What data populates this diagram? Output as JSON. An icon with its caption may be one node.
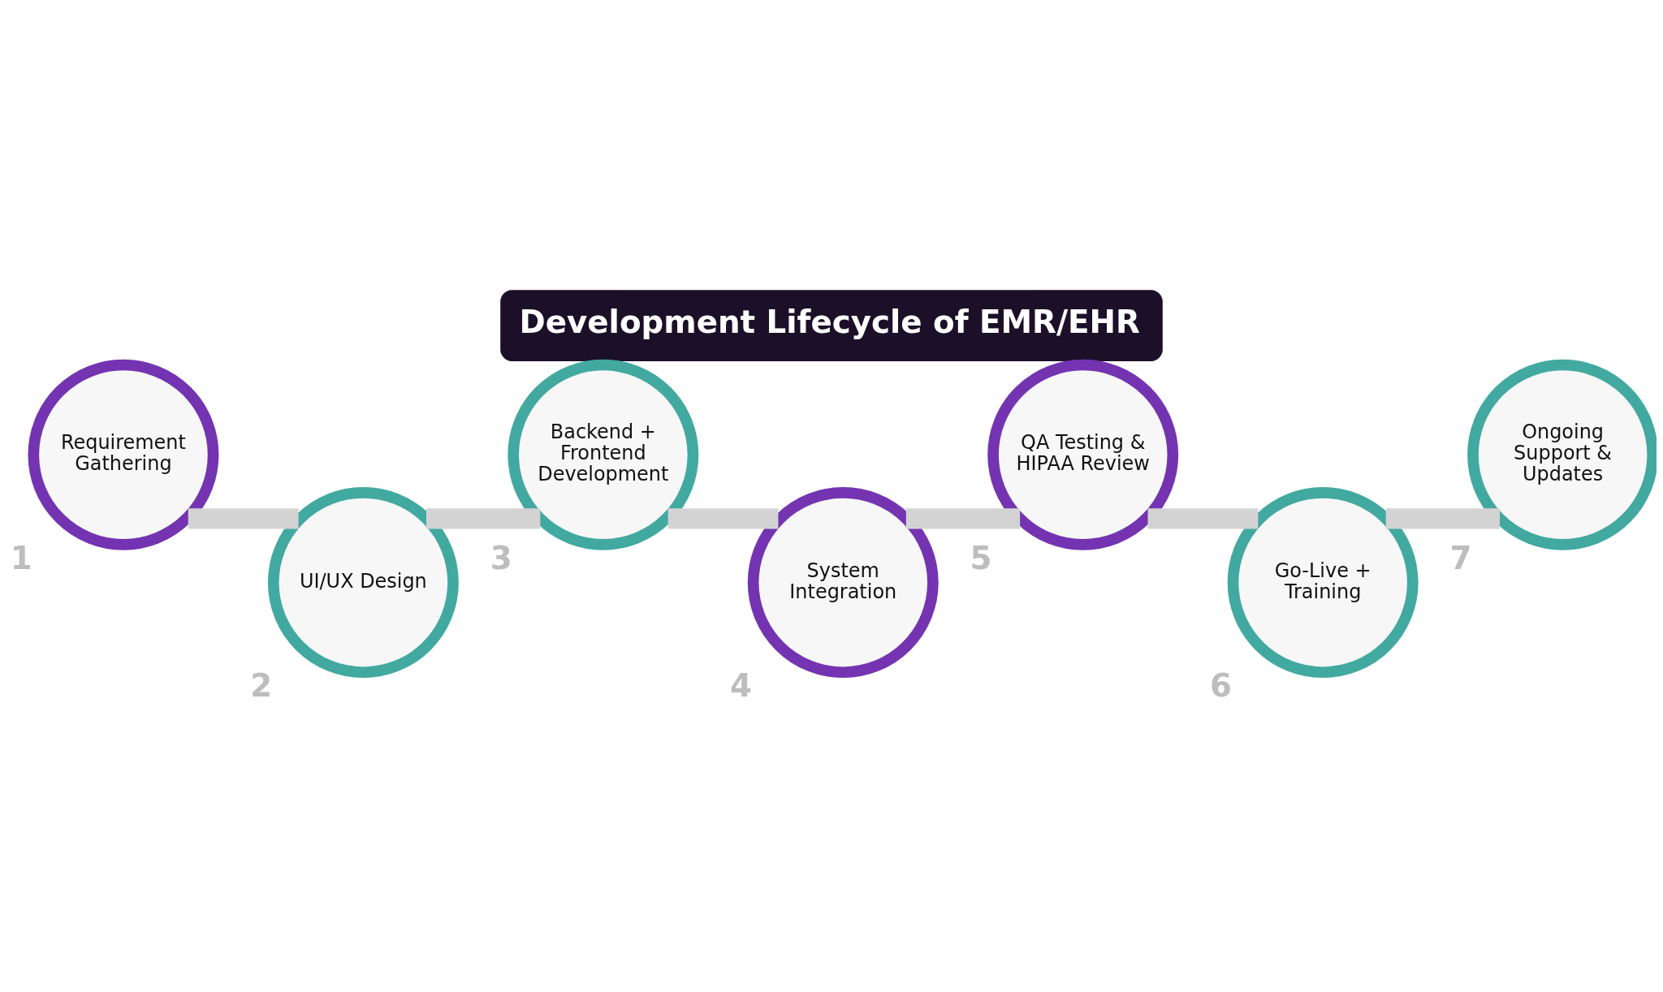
{
  "diagram": {
    "title": "Development Lifecycle of EMR/EHR",
    "nodes": [
      {
        "text": [
          "Requirement Gathering"
        ],
        "beside": [
          "1"
        ]
      },
      {
        "text": [
          "UI/UX Design"
        ],
        "beside": [
          "2"
        ]
      },
      {
        "text": [
          "Backend + Frontend Development"
        ],
        "beside": [
          "3"
        ]
      },
      {
        "text": [
          "System Integration"
        ],
        "beside": [
          "4"
        ]
      },
      {
        "text": [
          "QA Testing & HIPAA Review"
        ],
        "beside": [
          "5"
        ]
      },
      {
        "text": [
          "Go-Live + Training"
        ],
        "beside": [
          "6"
        ]
      },
      {
        "text": [
          "Ongoing Support & Updates"
        ],
        "beside": [
          "7"
        ]
      }
    ],
    "edges": [
      {
        "from": 0,
        "to": 1,
        "arrow": "none"
      },
      {
        "from": 1,
        "to": 2,
        "arrow": "none"
      },
      {
        "from": 2,
        "to": 3,
        "arrow": "none"
      },
      {
        "from": 3,
        "to": 4,
        "arrow": "none"
      },
      {
        "from": 4,
        "to": 5,
        "arrow": "none"
      },
      {
        "from": 5,
        "to": 6,
        "arrow": "none"
      }
    ]
  }
}
